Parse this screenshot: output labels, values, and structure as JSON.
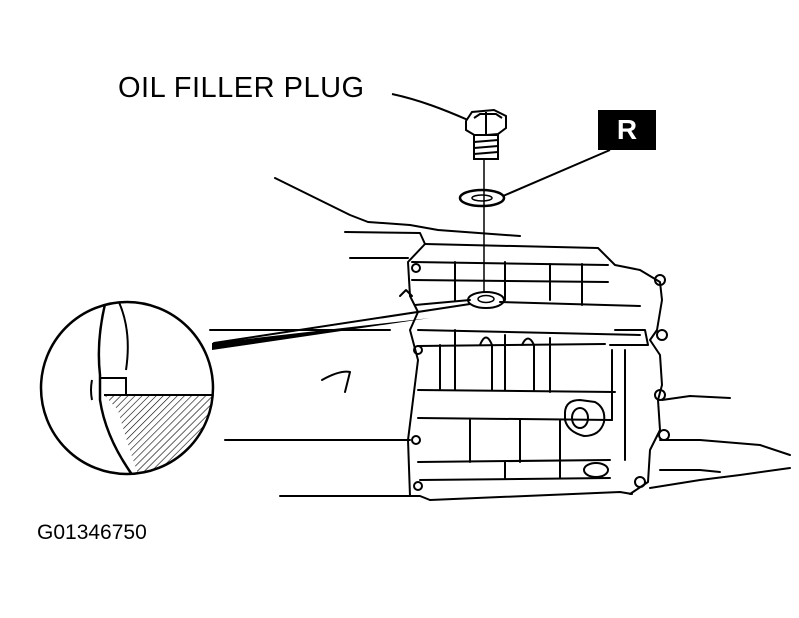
{
  "callout": {
    "oil_filler_plug": "OIL FILLER PLUG",
    "replace_badge": "R"
  },
  "figure": {
    "id": "G01346750"
  },
  "colors": {
    "ink": "#000000",
    "paper": "#ffffff"
  }
}
